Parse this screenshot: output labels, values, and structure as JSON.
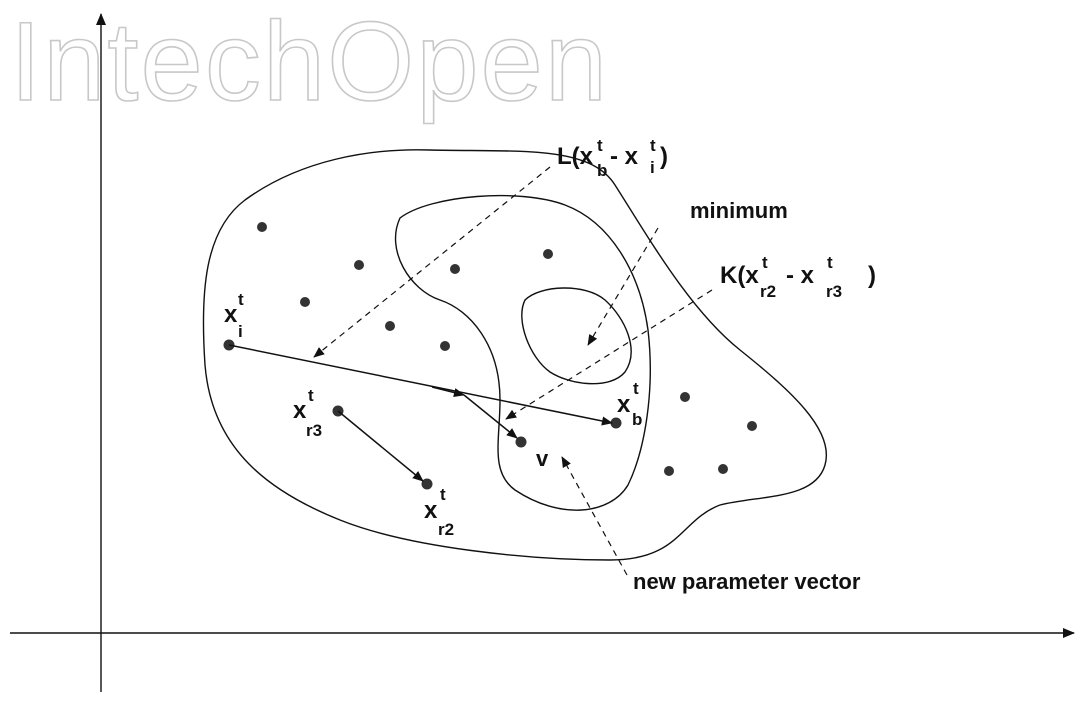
{
  "watermark": "IntechOpen",
  "labels": {
    "diff_L": "L(x",
    "diff_L_b": "b",
    "diff_L_i": "i",
    "diff_L_minus": " - x",
    "diff_L_close": ")",
    "minimum": "minimum",
    "diff_K": "K(x",
    "diff_K_r2": "r2",
    "diff_K_r3": "r3",
    "diff_K_minus": " - x",
    "diff_K_close": ")",
    "x": "x",
    "t": "t",
    "i": "i",
    "b": "b",
    "r2": "r2",
    "r3": "r3",
    "v": "v",
    "new_vector": "new parameter vector"
  },
  "colors": {
    "ink": "#111111",
    "watermark": "#c8c8c8",
    "background": "#ffffff"
  }
}
